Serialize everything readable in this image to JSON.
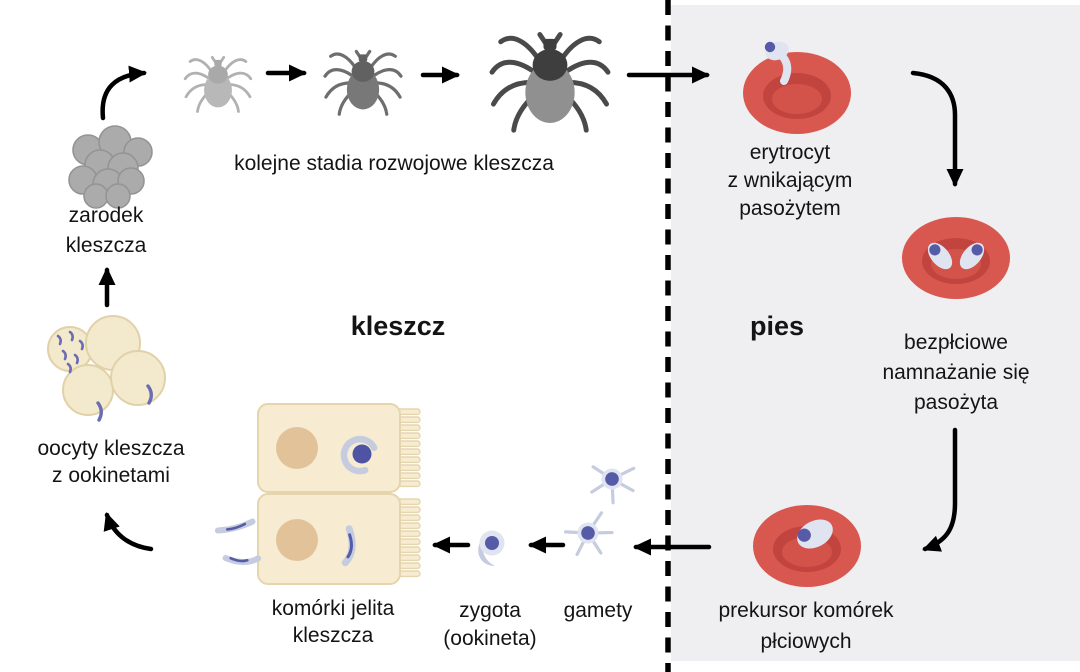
{
  "labels": {
    "stages": "kolejne stadia rozwojowe kleszcza",
    "embryo": "zarodek\nkleszcza",
    "oocytes": "oocyty kleszcza\nz ookinetami",
    "tick_side": "kleszcz",
    "dog_side": "pies",
    "erythrocyte": "erytrocyt\nz wnikającym\npasożytem",
    "asexual": "bezpłciowe\nnamnażanie się\npasożyta",
    "precursor": "prekursor komórek\npłciowych",
    "gametes": "gamety",
    "zygote": "zygota\n(ookineta)",
    "gut_cells": "komórki jelita\nkleszcza"
  },
  "icons": [
    "tick-embryo-icon",
    "tick-larva-icon",
    "tick-nymph-icon",
    "tick-adult-icon",
    "erythrocyte-invading-icon",
    "erythrocyte-dividing-icon",
    "erythrocyte-precursor-icon",
    "gametes-icon",
    "zygote-icon",
    "gut-cells-icon",
    "oocytes-icon",
    "dashed-divider"
  ],
  "colors": {
    "bg": "#ffffff",
    "panel": "#efeef1",
    "ink": "#111111",
    "rbc": "#d8584f",
    "rbcDark": "#c2443e",
    "rbcMid": "#d3534b",
    "lav": "#e0e4f0",
    "lavDim": "#c5cce0",
    "nuc": "#565ba8",
    "cream": "#f7ebd1",
    "creamEdge": "#e5d5ad",
    "cellNuc": "#e2c298",
    "tickLight": "#b6b6b6",
    "tickMid": "#767676",
    "tickDark": "#454545",
    "tickBody": "#8f8f8f"
  }
}
